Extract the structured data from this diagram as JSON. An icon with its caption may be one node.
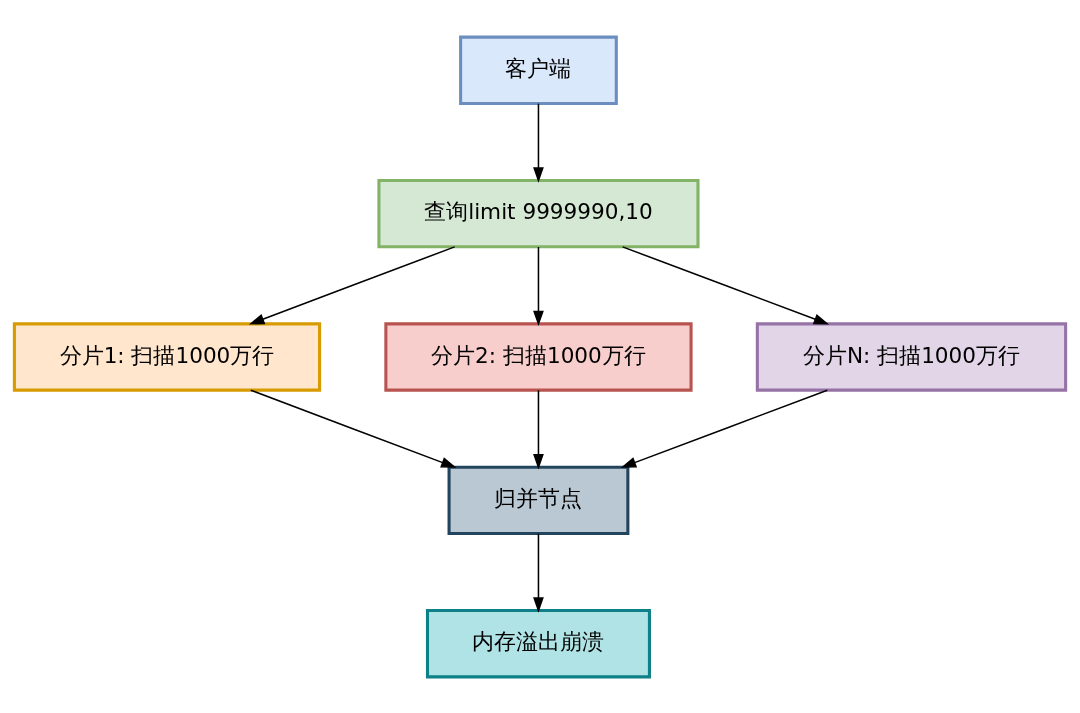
{
  "diagram": {
    "nodes": [
      {
        "text": [
          "客户端"
        ]
      },
      {
        "text": [
          "查询limit 9999990,10"
        ]
      },
      {
        "text": [
          "分片1: 扫描1000万行"
        ]
      },
      {
        "text": [
          "分片2: 扫描1000万行"
        ]
      },
      {
        "text": [
          "分片N: 扫描1000万行"
        ]
      },
      {
        "text": [
          "归并节点"
        ]
      },
      {
        "text": [
          "内存溢出崩溃"
        ]
      }
    ],
    "edges": [
      {
        "from": 0,
        "to": 1,
        "arrow": "to"
      },
      {
        "from": 1,
        "to": 2,
        "arrow": "to"
      },
      {
        "from": 1,
        "to": 3,
        "arrow": "to"
      },
      {
        "from": 1,
        "to": 4,
        "arrow": "to"
      },
      {
        "from": 2,
        "to": 5,
        "arrow": "to"
      },
      {
        "from": 3,
        "to": 5,
        "arrow": "to"
      },
      {
        "from": 4,
        "to": 5,
        "arrow": "to"
      },
      {
        "from": 5,
        "to": 6,
        "arrow": "to"
      }
    ]
  }
}
